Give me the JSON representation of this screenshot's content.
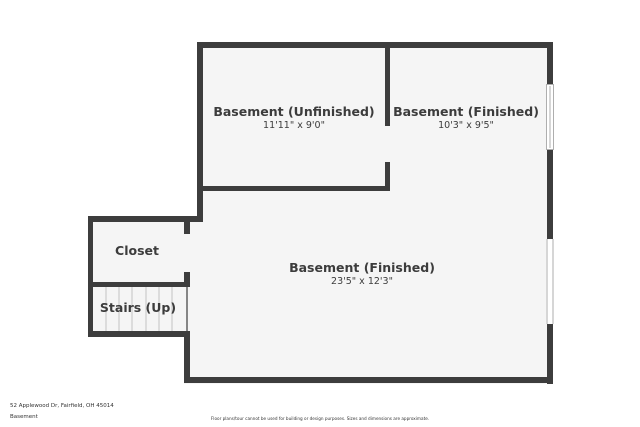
{
  "floor_plan": {
    "level": "Basement",
    "rooms": [
      {
        "name": "Basement (Unfinished)",
        "dimensions": "11'11\" x 9'0\""
      },
      {
        "name": "Basement (Finished)",
        "dimensions": "10'3\" x 9'5\""
      },
      {
        "name": "Closet",
        "dimensions": ""
      },
      {
        "name": "Stairs (Up)",
        "dimensions": ""
      },
      {
        "name": "Basement (Finished)",
        "dimensions": "23'5\" x 12'3\""
      }
    ]
  },
  "footer": {
    "address": "52 Applewood Dr, Fairfield, OH 45014",
    "level_label": "Basement",
    "disclaimer": "Floor plans/tour cannot be used for building or design purposes. Sizes and dimensions are approximate."
  },
  "colors": {
    "wall": "#3d3d3d",
    "floor": "#f5f5f5",
    "text": "#3c3c3c"
  }
}
